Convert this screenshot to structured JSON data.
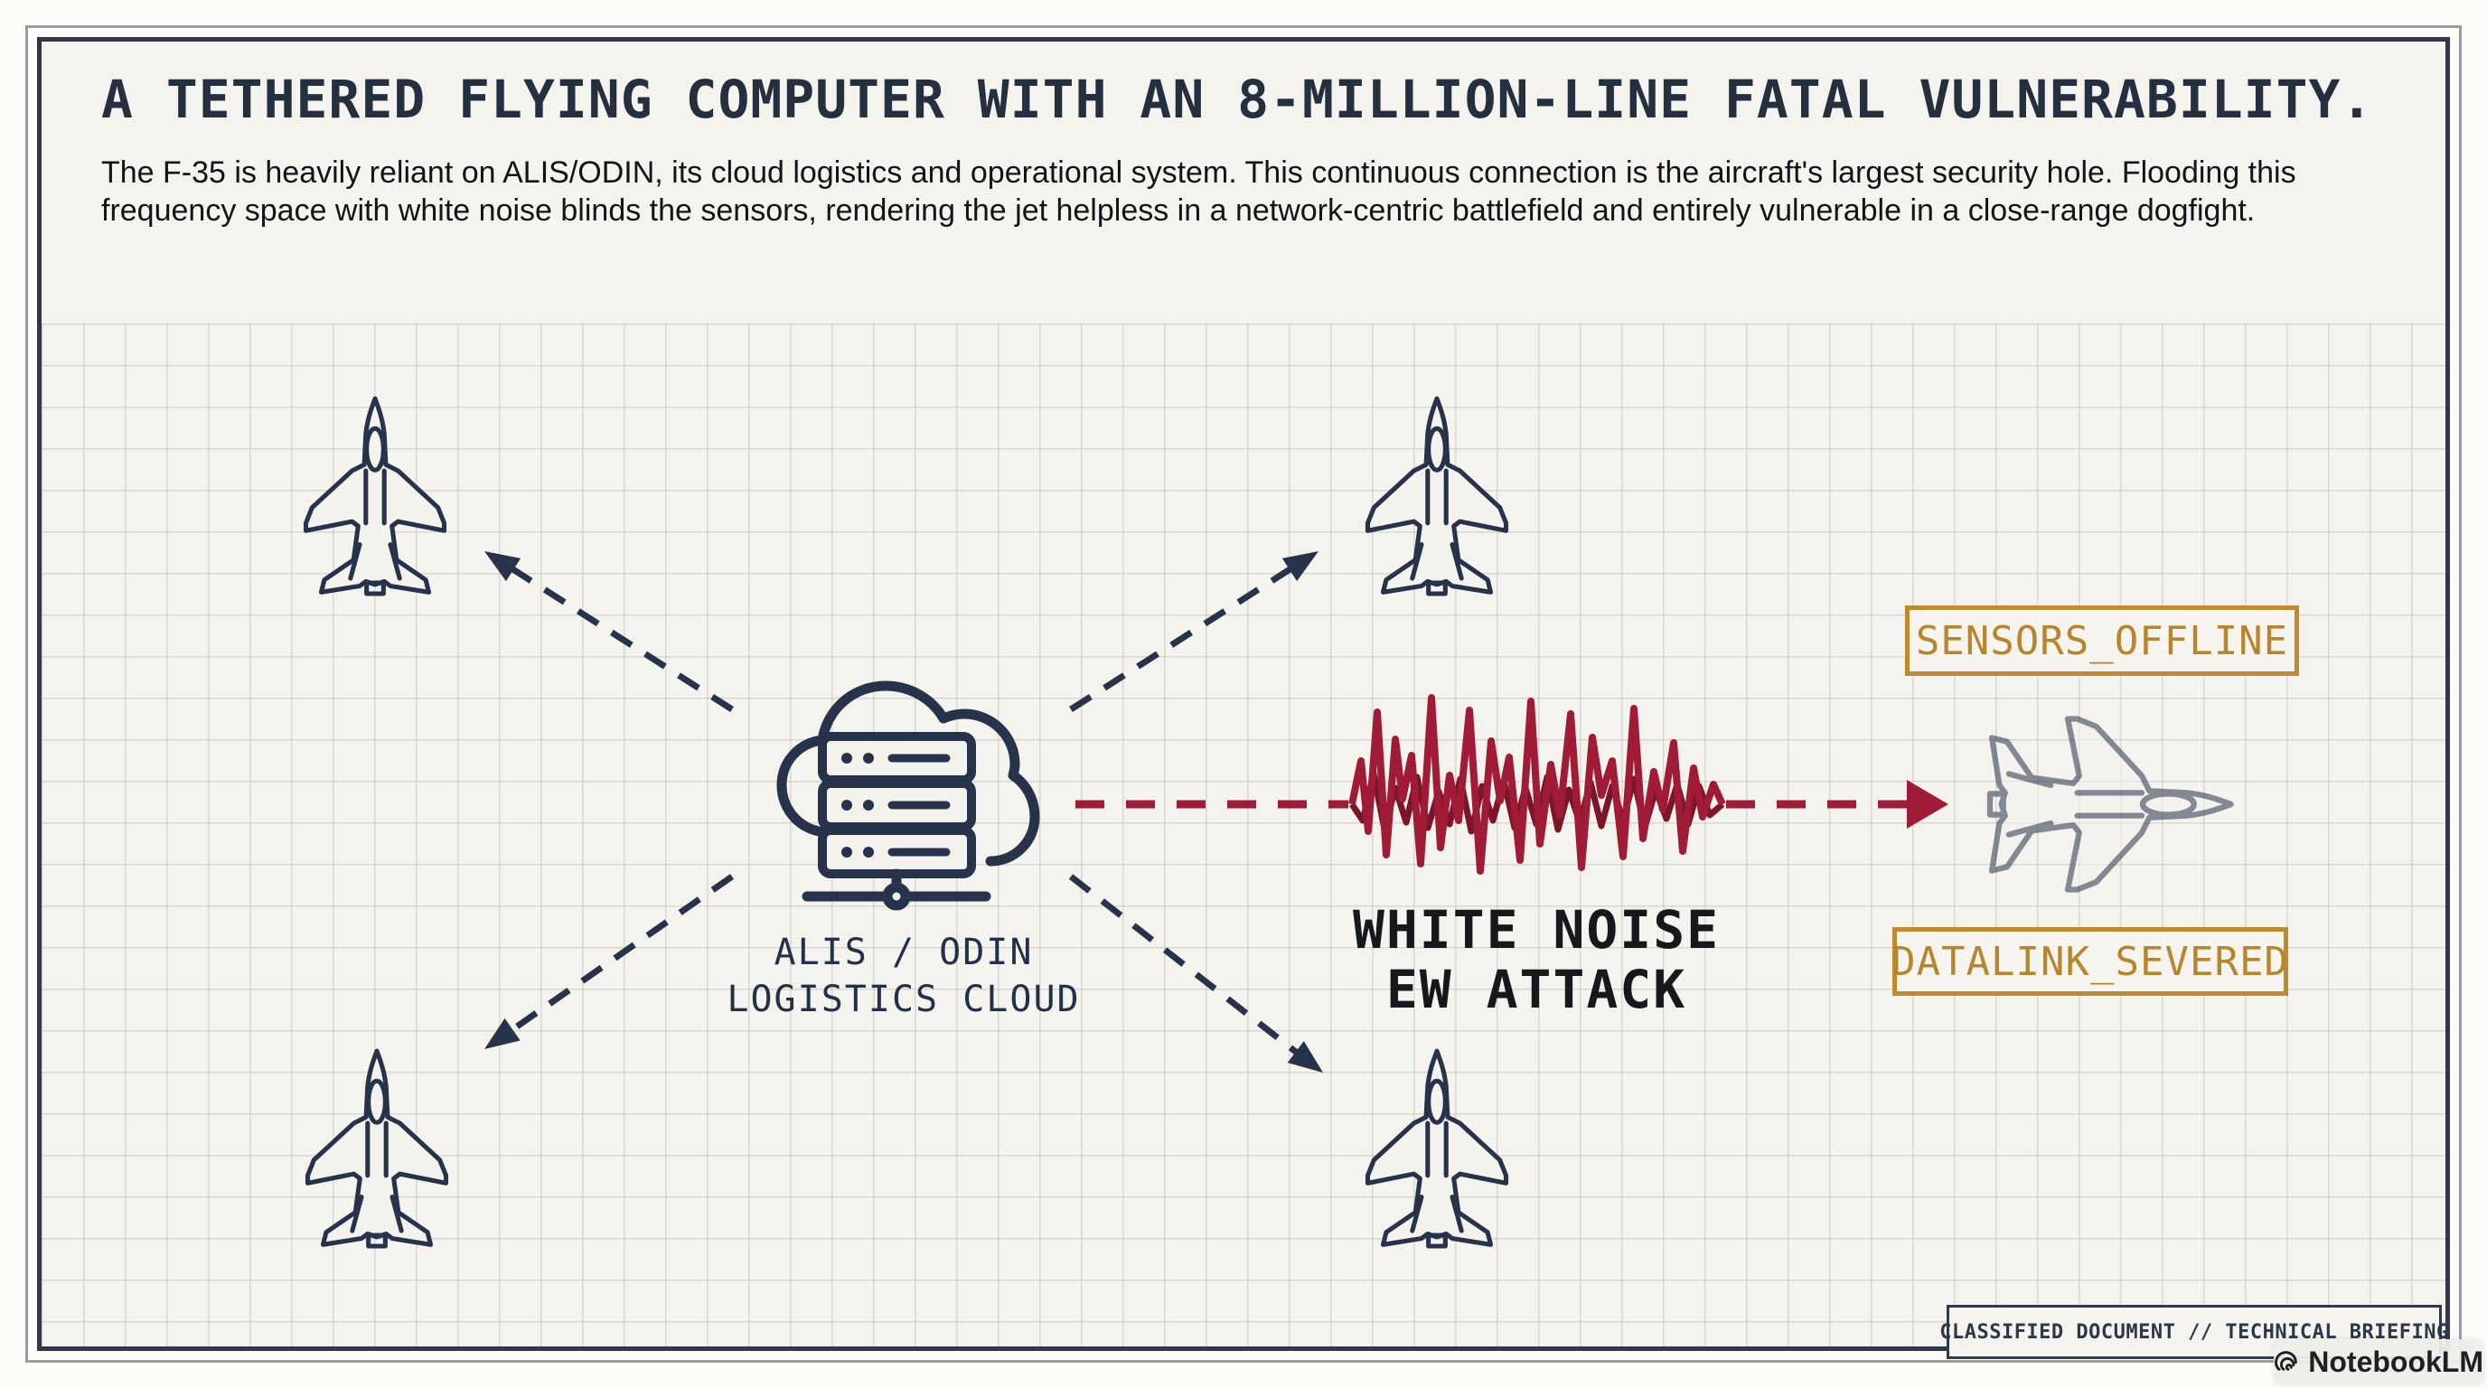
{
  "header": {
    "title": "A TETHERED FLYING COMPUTER WITH AN 8-MILLION-LINE FATAL VULNERABILITY.",
    "description": "The F-35 is heavily reliant on ALIS/ODIN, its cloud logistics and operational system. This continuous connection is the aircraft's largest security hole. Flooding this frequency space with white noise blinds the sensors, rendering the jet helpless in a network-centric battlefield and entirely vulnerable in a close-range dogfight."
  },
  "diagram": {
    "cloud_node": {
      "icon": "cloud-server-icon",
      "label_line1": "ALIS / ODIN",
      "label_line2": "LOGISTICS CLOUD"
    },
    "attack": {
      "icon": "noise-waveform",
      "label_line1": "WHITE NOISE",
      "label_line2": "EW ATTACK"
    },
    "fighters": {
      "icon": "f35-jet-icon",
      "connected_count": 4,
      "disabled_icon": "f35-jet-ghost-icon"
    },
    "status_badges": [
      {
        "label": "SENSORS_OFFLINE"
      },
      {
        "label": "DATALINK_SEVERED"
      }
    ]
  },
  "footer": {
    "classification": "CLASSIFIED DOCUMENT // TECHNICAL BRIEFING",
    "brand": "NotebookLM"
  },
  "colors": {
    "navy": "#26334a",
    "crimson": "#a01c36",
    "crimson_dark": "#7c1529",
    "amber": "#c08a2f",
    "paper": "#f4f3ed",
    "ink": "#17181c"
  }
}
